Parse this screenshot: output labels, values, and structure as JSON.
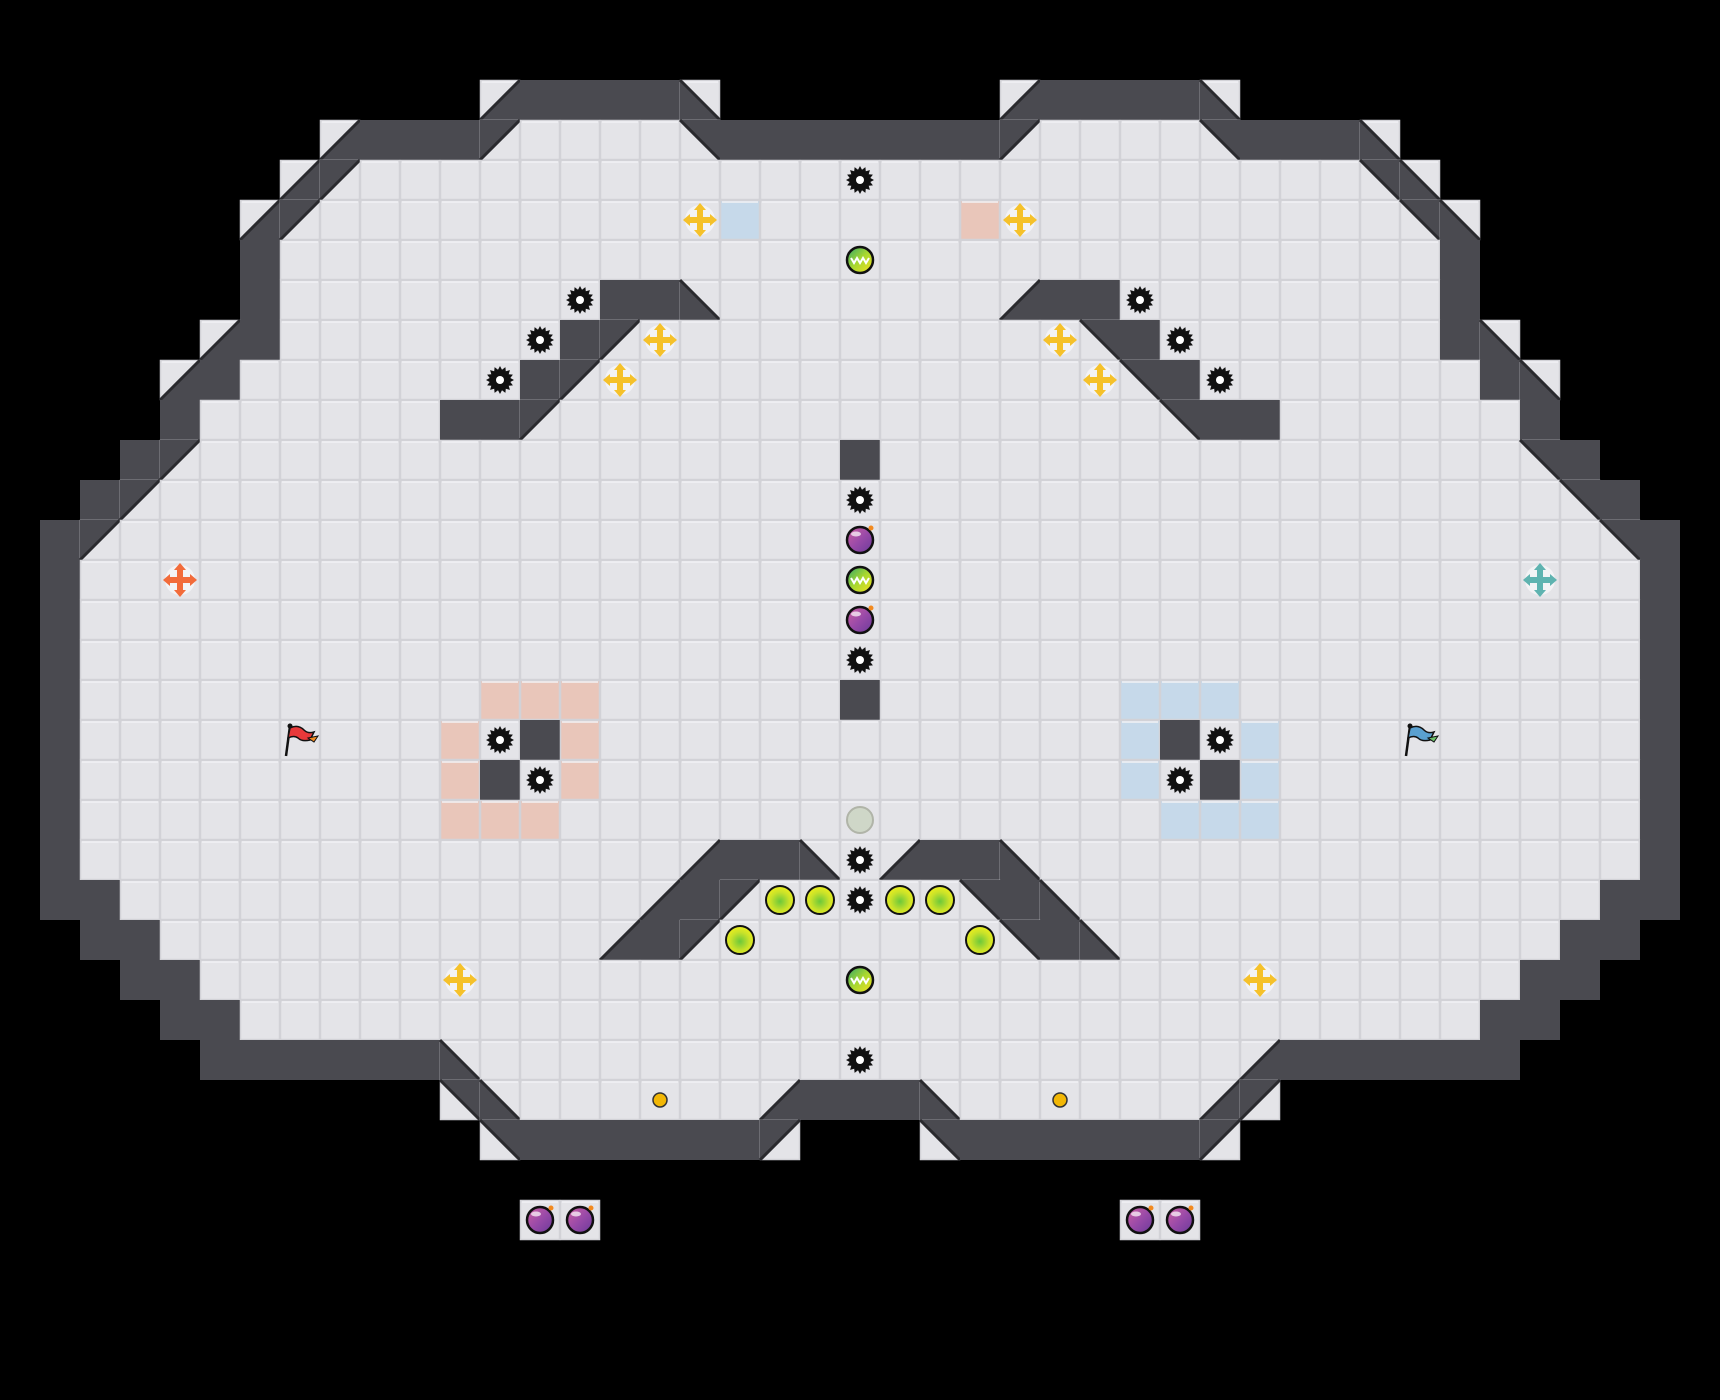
{
  "game": {
    "view": "map-editor-preview",
    "tile_types": [
      "empty",
      "floor",
      "wall",
      "diagonal-wall",
      "red-team-tile",
      "blue-team-tile"
    ],
    "item_types": [
      "spike",
      "neutral-boost",
      "red-boost",
      "blue-boost",
      "powerup",
      "bomb",
      "inactive-bomb",
      "portal",
      "button",
      "red-flag",
      "blue-flag"
    ]
  },
  "colors": {
    "background": "#000000",
    "floor": "#e4e4e8",
    "floor_line": "#d2d2d7",
    "wall": "#4a4a50",
    "wall_edge": "#2a2a2e",
    "red_tile": "#e9c6ba",
    "blue_tile": "#c6d9ea",
    "neutral_boost": "#f5c12a",
    "red_boost": "#f26b3a",
    "blue_boost": "#5fb3b0",
    "red_flag": "#e8393a",
    "blue_flag": "#5aa0d0",
    "portal": "#e4ec1c",
    "button": "#f2b705",
    "bomb": "#8a4aa0"
  }
}
